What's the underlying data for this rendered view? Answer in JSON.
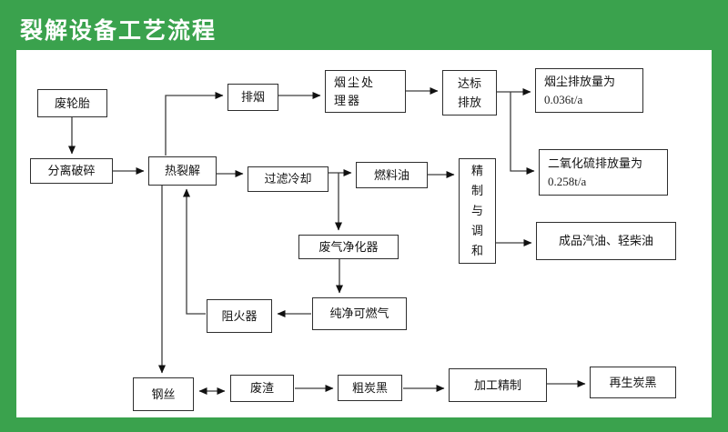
{
  "header": {
    "title": "裂解设备工艺流程"
  },
  "colors": {
    "frame_green": "#3aa24d",
    "box_border": "#2e2e2e",
    "connector": "#3d3d3d",
    "title_text": "#ffffff"
  },
  "flowchart": {
    "nodes": {
      "waste_tire": {
        "label": "废轮胎"
      },
      "separate_crush": {
        "label": "分离破碎"
      },
      "pyrolysis": {
        "label": "热裂解"
      },
      "smoke_exhaust": {
        "label": "排烟"
      },
      "dust_processor": {
        "label": "烟尘处理器"
      },
      "standard_discharge": {
        "label": "达标排放"
      },
      "dust_emission": {
        "label": "烟尘排放量为",
        "value": "0.036t/a"
      },
      "filter_cooling": {
        "label": "过滤冷却"
      },
      "fuel_oil": {
        "label": "燃料油"
      },
      "refine_blend": {
        "label": "精制与调和"
      },
      "so2_emission": {
        "label": "二氧化硫排放量为",
        "value": "0.258t/a"
      },
      "finished_oil": {
        "label": "成品汽油、轻柴油"
      },
      "gas_purifier": {
        "label": "废气净化器"
      },
      "pure_gas": {
        "label": "纯净可燃气"
      },
      "flame_arrester": {
        "label": "阻火器"
      },
      "steel_wire": {
        "label": "钢丝"
      },
      "waste_residue": {
        "label": "废渣"
      },
      "crude_carbon_black": {
        "label": "粗炭黑"
      },
      "processing_refine": {
        "label": "加工精制"
      },
      "regen_carbon_black": {
        "label": "再生炭黑"
      }
    }
  }
}
